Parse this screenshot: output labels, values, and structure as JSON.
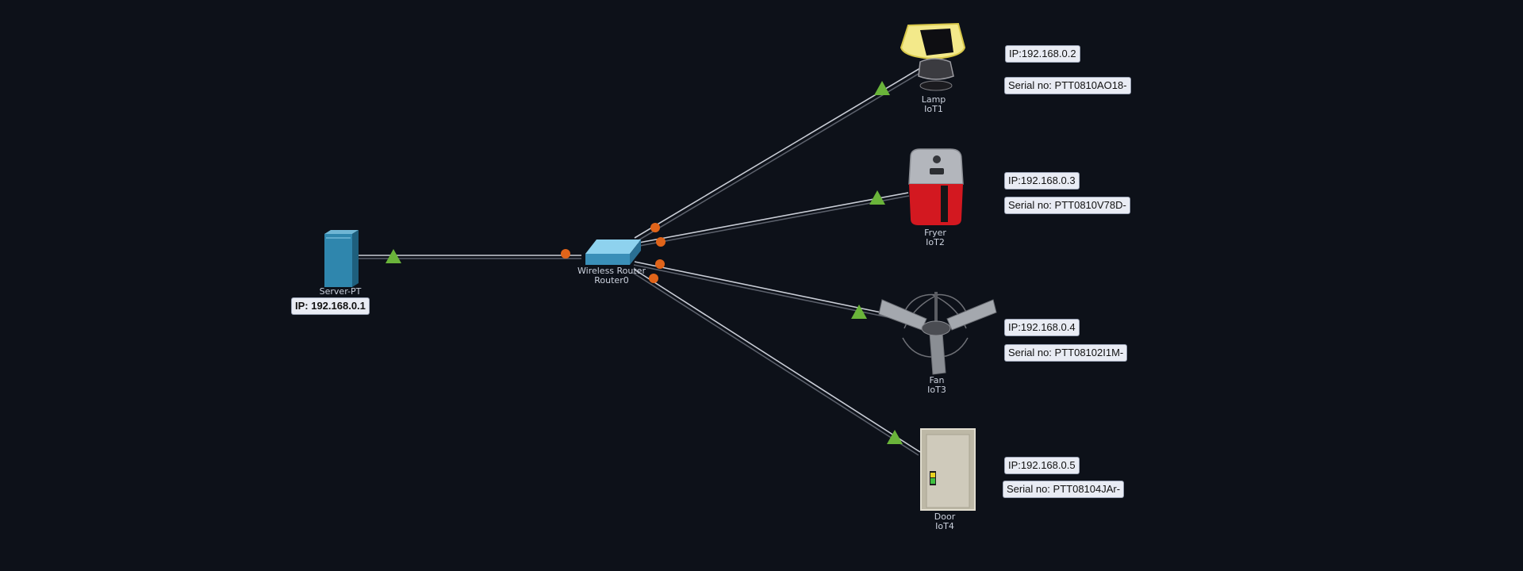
{
  "devices": {
    "server": {
      "name": "Server-PT",
      "ip_label": "IP: 192.168.0.1",
      "icon": "server-icon"
    },
    "switch": {
      "name": "Wireless Router",
      "sub": "Router0",
      "icon": "router-icon"
    },
    "lamp": {
      "name": "Lamp",
      "sub": "IoT1",
      "ip_label": "IP:192.168.0.2",
      "serial_label": "Serial no: PTT0810AO18-",
      "icon": "lamp-icon"
    },
    "fryer": {
      "name": "Fryer",
      "sub": "IoT2",
      "ip_label": "IP:192.168.0.3",
      "serial_label": "Serial no: PTT0810V78D-",
      "icon": "air-fryer-icon"
    },
    "fan": {
      "name": "Fan",
      "sub": "IoT3",
      "ip_label": "IP:192.168.0.4",
      "serial_label": "Serial no: PTT08102I1M-",
      "icon": "ceiling-fan-icon"
    },
    "door": {
      "name": "Door",
      "sub": "IoT4",
      "ip_label": "IP:192.168.0.5",
      "serial_label": "Serial no: PTT08104JAr-",
      "icon": "door-icon"
    }
  },
  "colors": {
    "background": "#0d1119",
    "link_up": "#6ab43a",
    "link_port": "#e0641a",
    "label_bg": "#e9ecf4"
  }
}
